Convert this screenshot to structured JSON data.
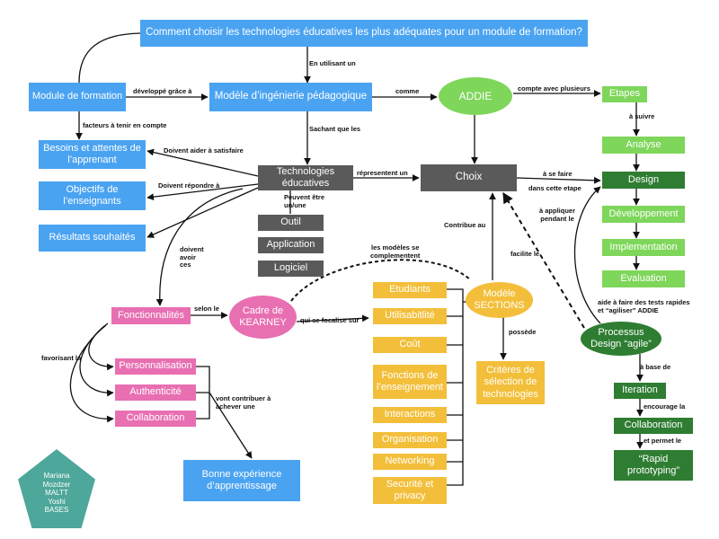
{
  "nodes": {
    "question": "Comment choisir les  technologies éducatives les plus adéquates pour un module de formation?",
    "module": "Module de formation",
    "modele_ingenierie": "Modèle d’ingénierie  pédagogique",
    "addie": "ADDIE",
    "etapes": "Etapes",
    "besoins": "Besoins  et attentes de\nl’apprenant",
    "objectifs": "Objectifs de\nl’enseignants",
    "resultats": "Résultats souhaités",
    "technologies": "Technologies\néducatives",
    "choix": "Choix",
    "analyse": "Analyse",
    "design": "Design",
    "developpement": "Développement",
    "implementation": "Implementation",
    "evaluation": "Evaluation",
    "outil": "Outil",
    "application": "Application",
    "logiciel": "Logiciel",
    "fonctionnalites": "Fonctionnalités",
    "cadre": "Cadre de\nKEARNEY",
    "etudiants": "Etudiants",
    "utilisabilite": "Utilisabitlité",
    "cout": "Coût",
    "fonctions": "Fonctions de\nl’enseignement",
    "interactions": "Interactions",
    "organisation": "Organisation",
    "networking": "Networking",
    "securite": "Securité et\nprivacy",
    "sections": "Modèle\nSECTIONS",
    "criteres": "Critères de\nsélection de\ntechnologies",
    "personnalisation": "Personnalisation",
    "authenticite": "Authenticité",
    "collaboration_pink": "Collaboration",
    "bonne_experience": "Bonne expérience\nd’apprentissage",
    "processus": "Processus\nDesign “agile”",
    "iteration": "Iteration",
    "collaboration_green": "Collaboration",
    "rapid": "“Rapid\nprototyping”",
    "author": "Mariana\nMozdzer\nMALTT\nYoshi\nBASES"
  },
  "labels": {
    "en_utilisant": "En utilisant un",
    "developpe": "développé grâce à",
    "comme": "comme",
    "compte_avec": "compte avec plusieurs",
    "facteurs": "facteurs à tenir en compte",
    "sachant": "Sachant que les",
    "a_suivre": "à suivre",
    "doivent_aider": "Doivent aider à satisfaire",
    "representent": "répresentent un",
    "a_se_faire": "à se faire",
    "dans_cette": "dans cette etape",
    "doivent_repondre": "Doivent répondre à",
    "peuvent": "Peuvent être\nun/une",
    "a_appliquer": "à appliquer\npendant le",
    "contribue": "Contribue au",
    "doivent_avoir": "doivent\navoir\nces",
    "les_modeles": "les modèles se\ncomplementent",
    "facilite": "facilite le",
    "selon": "selon le",
    "aide_agiliser": "aide à faire des tests rapides\net “agiliser” ADDIE",
    "focalise": "qui se focalise sur",
    "possede": "possède",
    "favorisant": "favorisant la",
    "a_base": "à base de",
    "vont_contribuer": "vont contribuer à\nachever une",
    "encourage": "encourage la",
    "permet": "et permet le"
  }
}
